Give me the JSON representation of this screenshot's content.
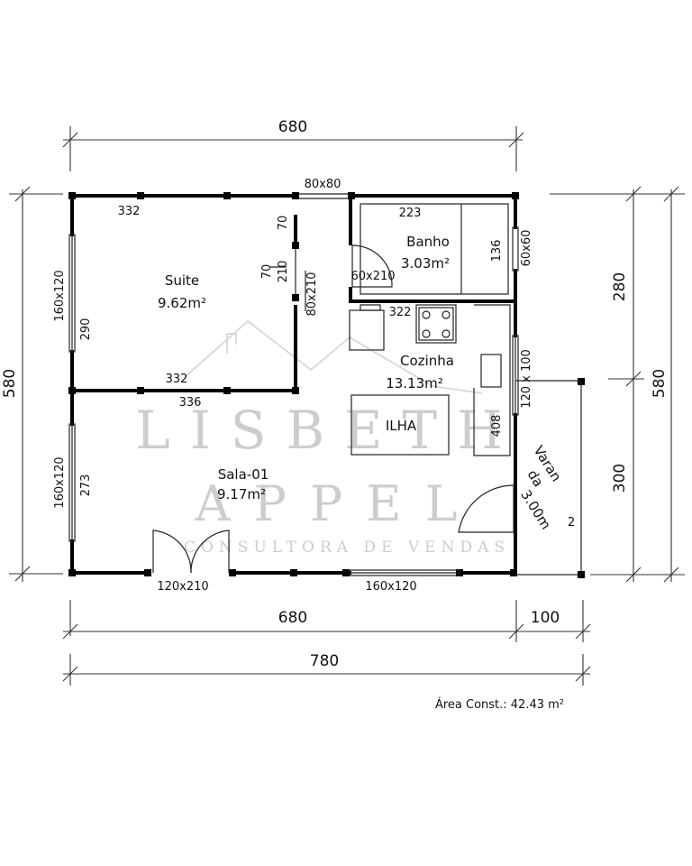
{
  "dimensions": {
    "top_total": "680",
    "left_total": "580",
    "right_total": "580",
    "right_upper": "280",
    "right_lower": "300",
    "bottom_main": "680",
    "bottom_veranda": "100",
    "bottom_total": "780"
  },
  "rooms": {
    "suite": {
      "name": "Suite",
      "area": "9.62m²"
    },
    "banho": {
      "name": "Banho",
      "area": "3.03m²"
    },
    "cozinha": {
      "name": "Cozinha",
      "area": "13.13m²"
    },
    "sala": {
      "name": "Sala-01",
      "area": "9.17m²"
    },
    "ilha": {
      "name": "ILHA"
    },
    "varanda": {
      "line1": "Varan",
      "line2": "da",
      "line3": "3.00m",
      "line4": "2"
    }
  },
  "labels": {
    "suite_top_wall": "332",
    "suite_bottom_wall": "332",
    "sala_top_wall": "336",
    "suite_window": "160x120",
    "suite_height": "290",
    "sala_window": "160x120",
    "sala_height": "273",
    "bath_window_top": "80x80",
    "bath_width": "223",
    "bath_height": "136",
    "bath_window_side": "60x60",
    "bath_door": "60x210",
    "closet_gap": "70",
    "suite_door_frac_top": "70",
    "suite_door_frac_bottom": "210",
    "suite_door": "80x210",
    "kitchen_counter": "322",
    "kitchen_window": "120 x 100",
    "kitchen_counter_len": "408",
    "entrance_door": "120x210",
    "sala_bottom_window": "160x120"
  },
  "watermark": {
    "line1": "LISBETH",
    "line2": "APPEL",
    "line3": "CONSULTORA DE VENDAS"
  },
  "footer": {
    "area_const": "Área Const.: 42.43 m²"
  }
}
